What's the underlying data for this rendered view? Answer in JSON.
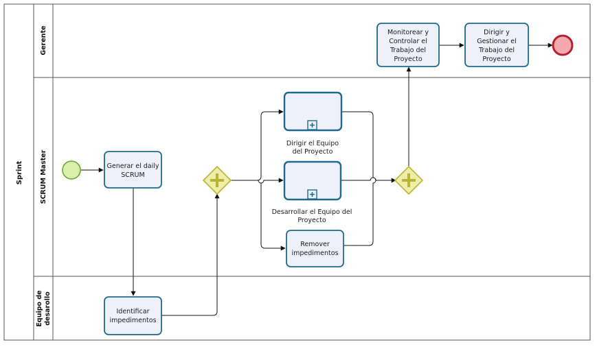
{
  "pool": {
    "label": "Sprint"
  },
  "lanes": [
    {
      "id": "gerente",
      "label": "Gerente"
    },
    {
      "id": "scrum",
      "label": "SCRUM Master"
    },
    {
      "id": "equipo",
      "label_line1": "Equipo de",
      "label_line2": "desarollo"
    }
  ],
  "tasks": {
    "generar": [
      "Generar el daily",
      "SCRUM"
    ],
    "identificar": [
      "Identificar",
      "impedimentos"
    ],
    "remover": [
      "Remover",
      "impedimentos"
    ],
    "monitorear": [
      "Monitorear y",
      "Controlar el",
      "Trabajo del",
      "Proyecto"
    ],
    "dirigir_gestionar": [
      "Dirigir y",
      "Gestionar el",
      "Trabajo del",
      "Proyecto"
    ]
  },
  "subprocesses": {
    "dirigir_equipo": [
      "Dirigir el Equipo",
      "del Proyecto"
    ],
    "desarrollar_equipo": [
      "Desarrollar el Equipo del",
      "Proyecto"
    ]
  },
  "gateways": {
    "split": "parallel",
    "join": "parallel"
  },
  "colors": {
    "task_stroke": "#1e6a8e",
    "task_fill": "#eef1fb",
    "start_fill": "#d8f0a8",
    "start_stroke": "#6aa632",
    "end_fill": "#f4a9b0",
    "end_stroke": "#b5202f",
    "gateway_fill": "#eeeeaa",
    "gateway_stroke": "#b9b433"
  }
}
